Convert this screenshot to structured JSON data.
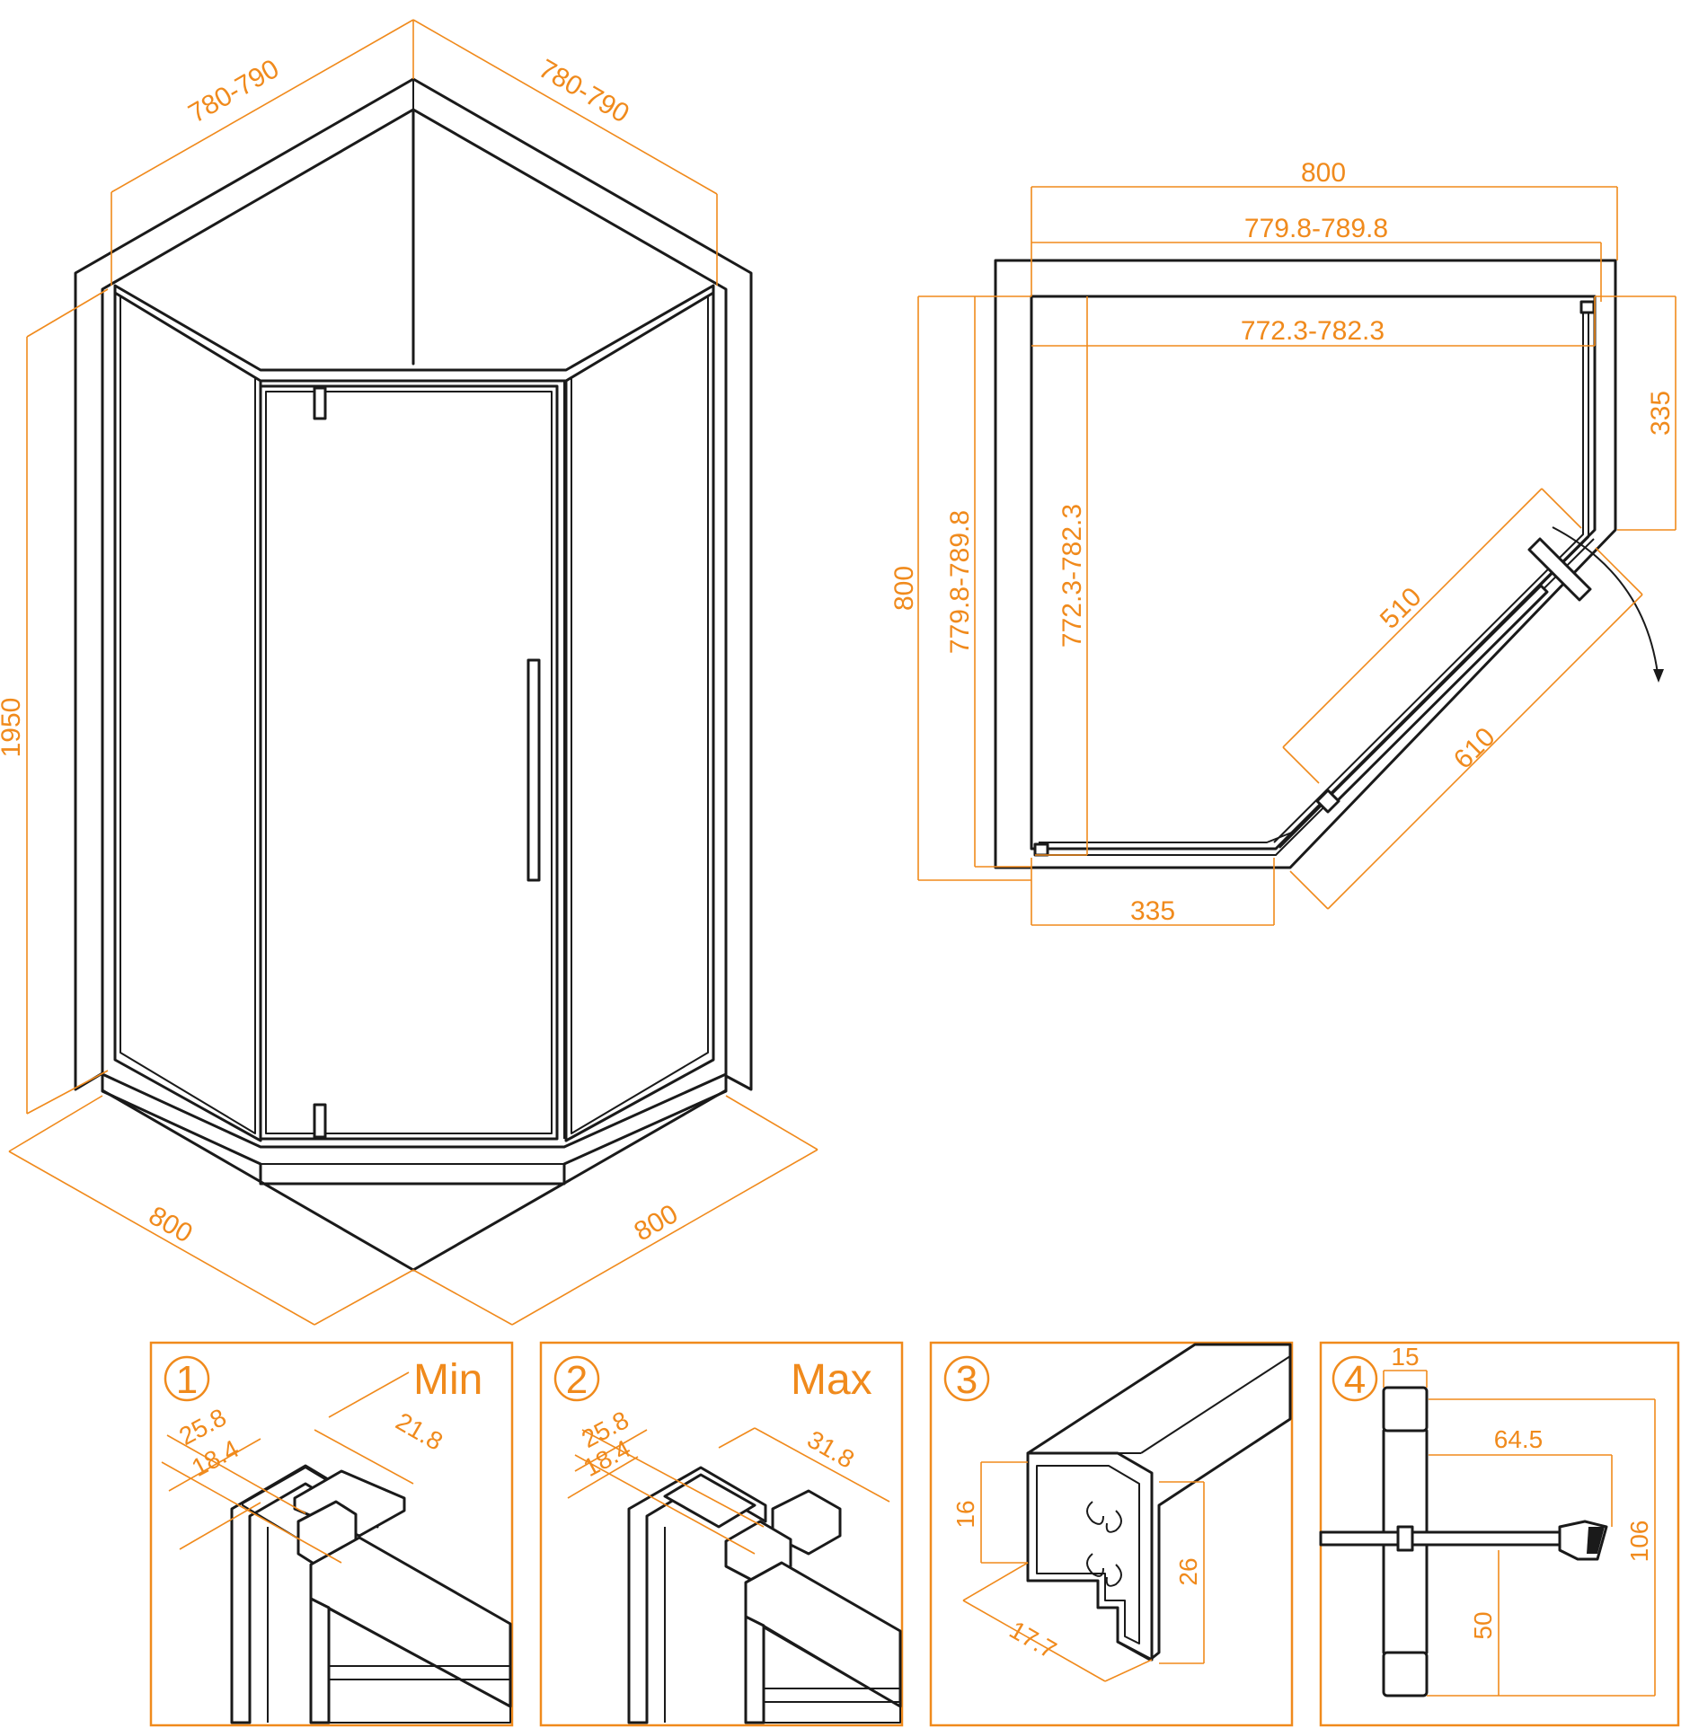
{
  "iso_view": {
    "top_left_width": "780-790",
    "top_right_width": "780-790",
    "height": "1950",
    "base_left": "800",
    "base_right": "800"
  },
  "plan_view": {
    "outer_width": "800",
    "inner_width": "779.8-789.8",
    "glass_width": "772.3-782.3",
    "outer_height": "800",
    "inner_height": "779.8-789.8",
    "glass_height": "772.3-782.3",
    "side_right": "335",
    "side_bottom": "335",
    "door_opening": "510",
    "front_panel": "610"
  },
  "details": [
    {
      "number": "1",
      "title": "Min",
      "dims": [
        "25.8",
        "18.4",
        "21.8"
      ]
    },
    {
      "number": "2",
      "title": "Max",
      "dims": [
        "25.8",
        "18.4",
        "31.8"
      ]
    },
    {
      "number": "3",
      "title": "",
      "dims": [
        "16",
        "26",
        "17.7"
      ]
    },
    {
      "number": "4",
      "title": "",
      "dims": [
        "15",
        "64.5",
        "106",
        "50"
      ]
    }
  ]
}
